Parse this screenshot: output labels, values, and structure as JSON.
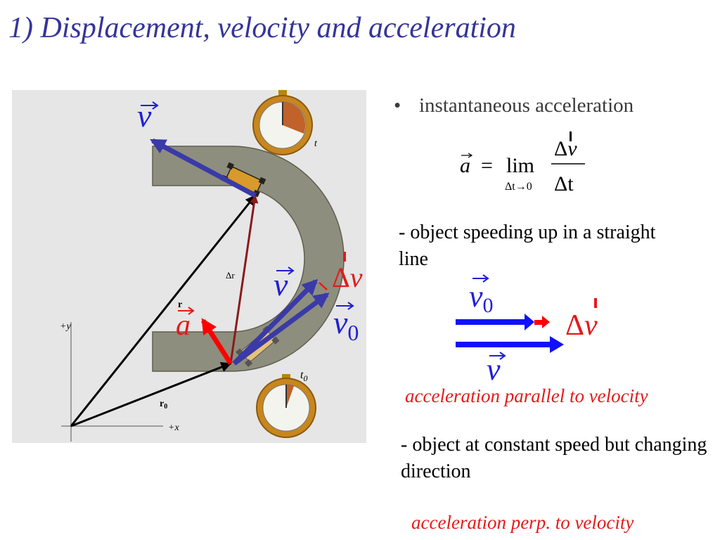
{
  "slide": {
    "title": "1) Displacement, velocity and acceleration"
  },
  "figure": {
    "axis_y": "+y",
    "axis_x": "+x",
    "label_r": "r",
    "label_r0": "r",
    "label_r0_sub": "0",
    "label_dr": "Δr",
    "label_t": "t",
    "label_t0": "t",
    "label_t0_sub": "0",
    "v_top": "v",
    "v_right": "v",
    "v0": "v",
    "v0_sub": "0",
    "a": "a",
    "dv_delta": "Δ",
    "dv_v": "v"
  },
  "bullet": {
    "symbol": "•",
    "text": "instantaneous acceleration"
  },
  "formula": {
    "lhs": "a",
    "eq": "=",
    "lim": "lim",
    "lim_sub": "Δt→0",
    "num_delta": "Δ",
    "num_v": "v",
    "den": "Δt"
  },
  "case1": {
    "text": "- object speeding up in a straight line",
    "v0": "v",
    "v0_sub": "0",
    "dv_delta": "Δ",
    "dv_v": "v",
    "v": "v",
    "caption": "acceleration parallel to velocity"
  },
  "case2": {
    "text": "- object at constant speed but changing direction",
    "caption": "acceleration perp. to velocity"
  },
  "colors": {
    "title": "#35359a",
    "blue": "#1f1fd8",
    "red": "#e41a1a",
    "arrow_blue": "#3a3aa8",
    "dark_red": "#8b1a1a",
    "track": "#8e8e7e"
  }
}
